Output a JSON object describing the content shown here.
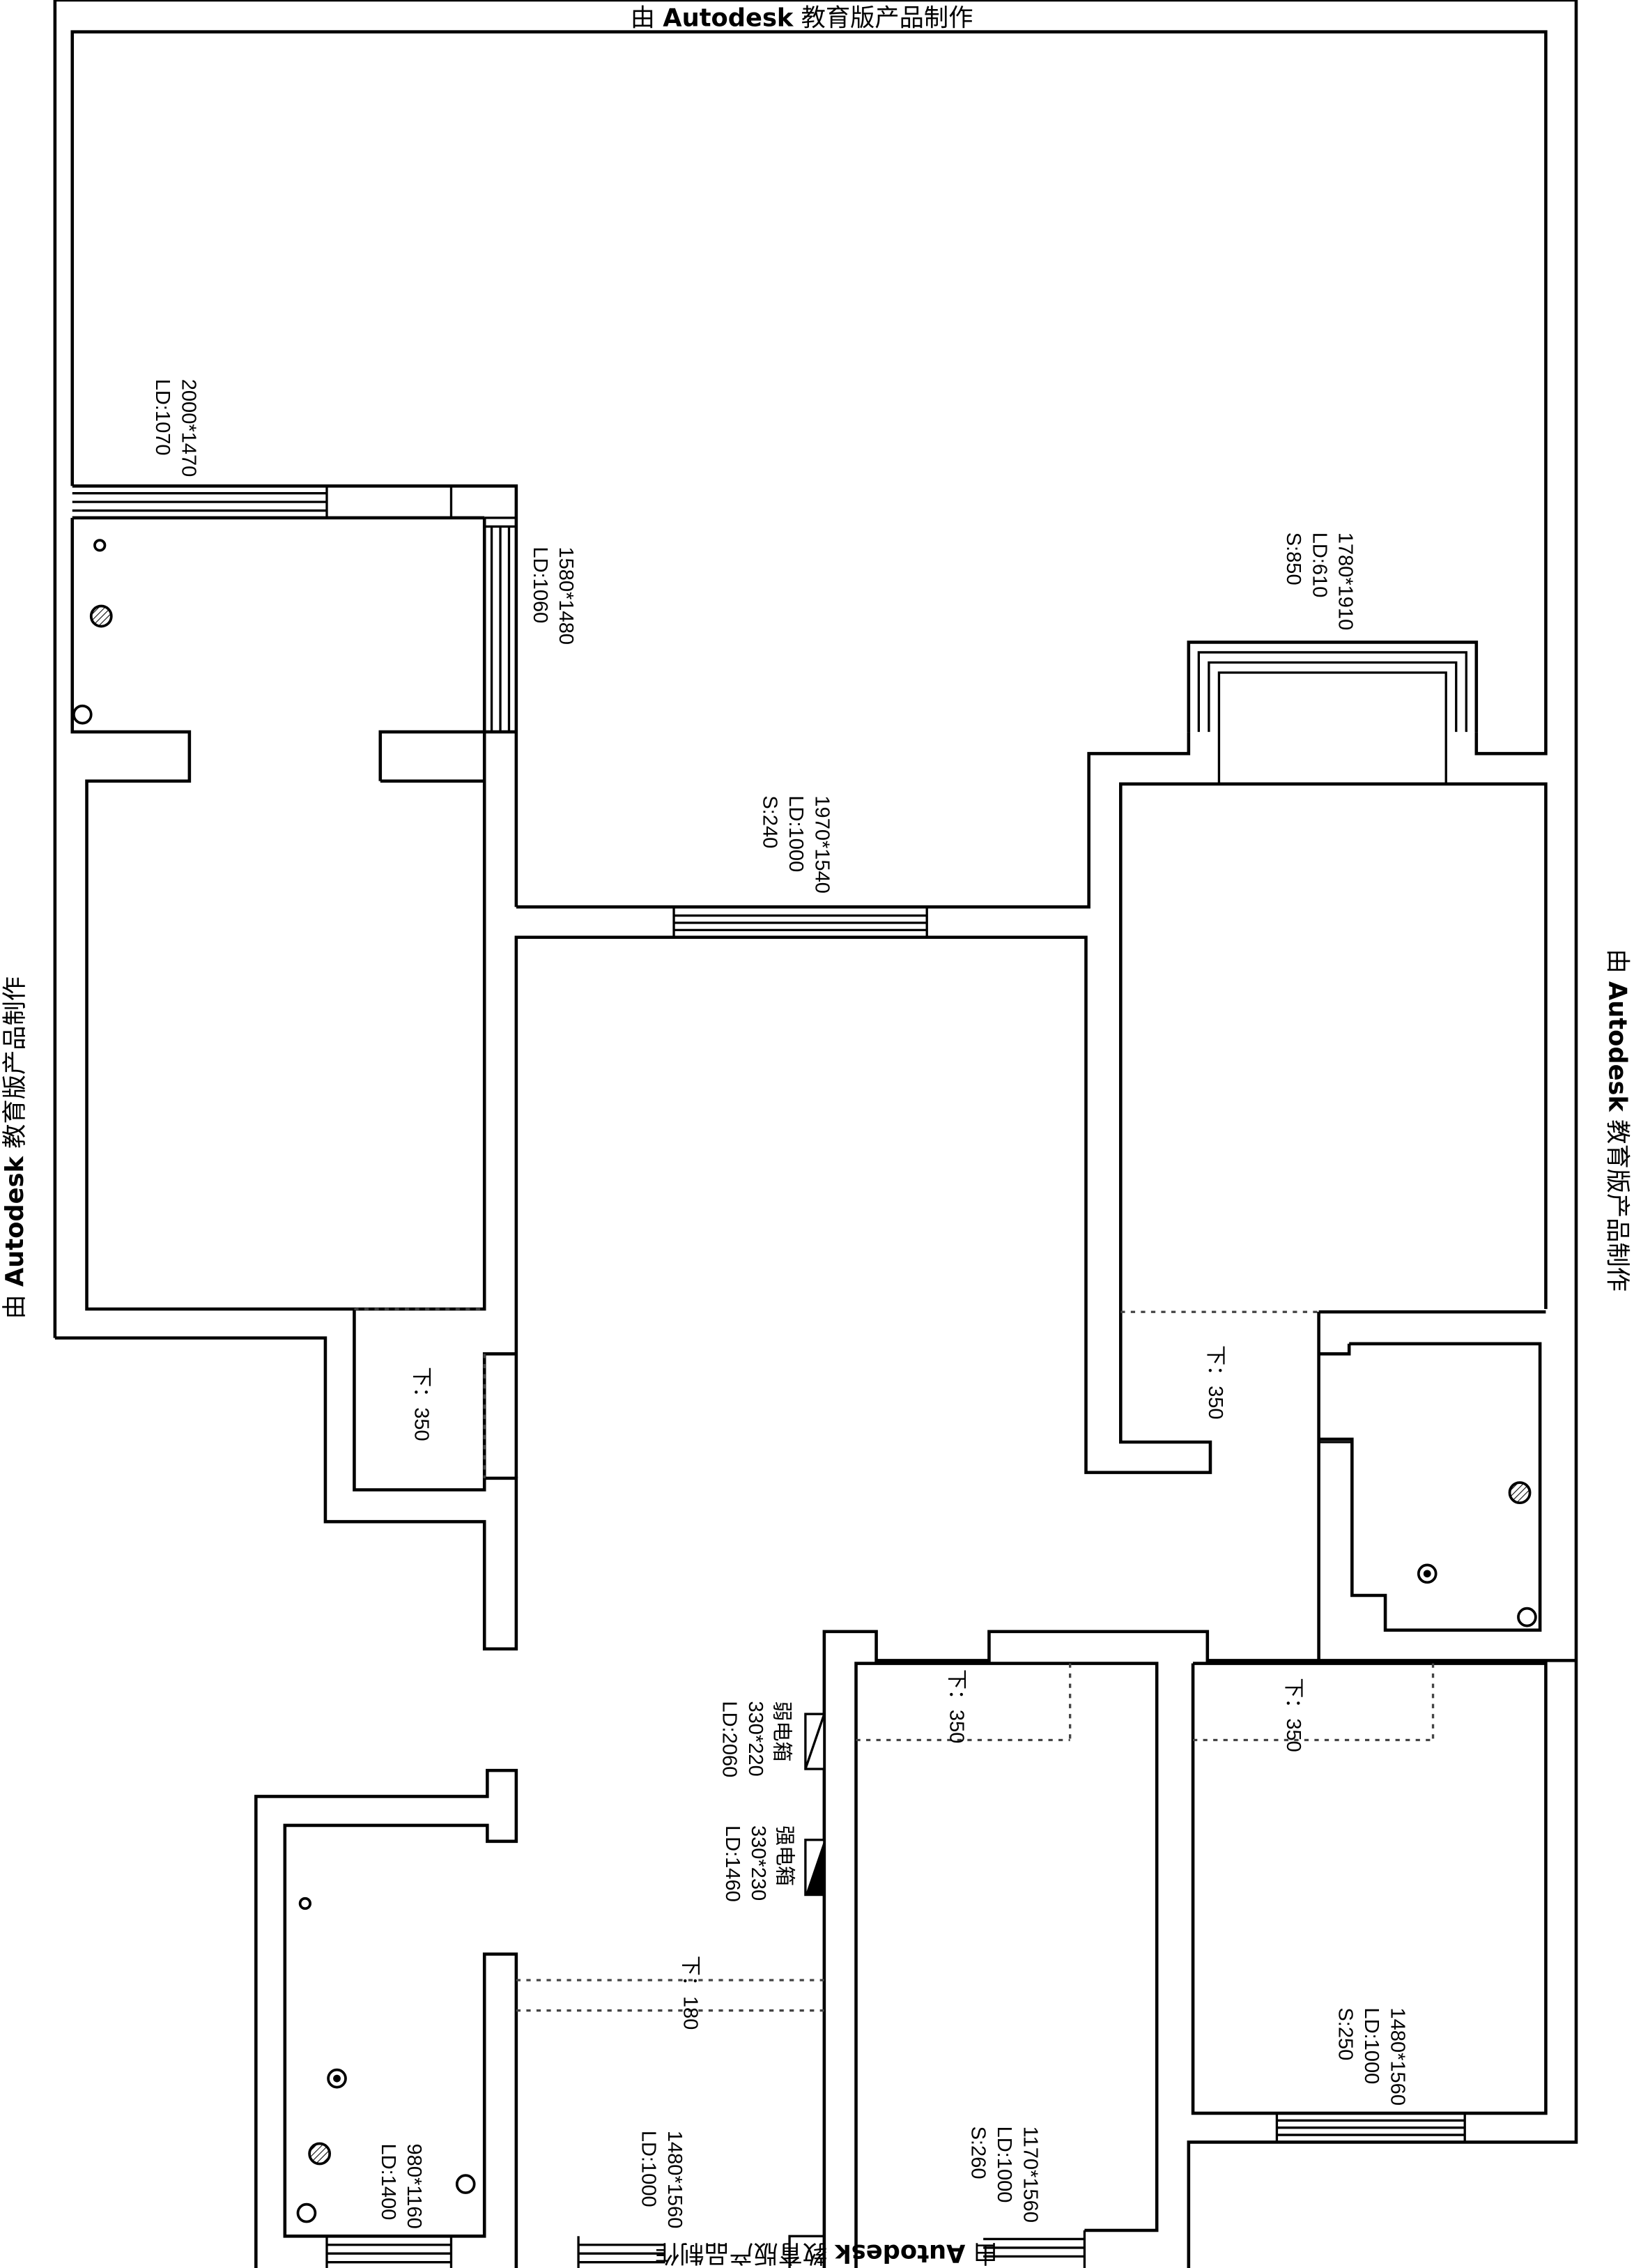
{
  "watermark": {
    "prefix": "由",
    "brand": "Autodesk",
    "suffix": "教育版产品制作"
  },
  "windows": {
    "w1": {
      "size": "2000*1470",
      "ld": "LD:1070"
    },
    "w2": {
      "size": "1580*1480",
      "ld": "LD:1060"
    },
    "w3": {
      "size": "1970*1540",
      "ld": "LD:1000",
      "s": "S:240"
    },
    "w4": {
      "size": "1780*1910",
      "ld": "LD:610",
      "s": "S:850"
    },
    "w5": {
      "size": "1480*1560",
      "ld": "LD:1000",
      "s": "S:250"
    },
    "w6": {
      "size": "1170*1560",
      "ld": "LD:1000",
      "s": "S:260"
    },
    "w7": {
      "size": "1480*1560",
      "ld": "LD:1000"
    },
    "w8": {
      "size": "980*1160",
      "ld": "LD:1400"
    }
  },
  "steps": {
    "s1": "下：350",
    "s2": "下：350",
    "s3": "下：350",
    "s4": "下：350",
    "s5": "下：180"
  },
  "boxes": {
    "weak": {
      "name": "弱电箱",
      "size": "330*220",
      "ld": "LD:2060"
    },
    "strong": {
      "name": "强电箱",
      "size": "330*230",
      "ld": "LD:1460"
    }
  }
}
